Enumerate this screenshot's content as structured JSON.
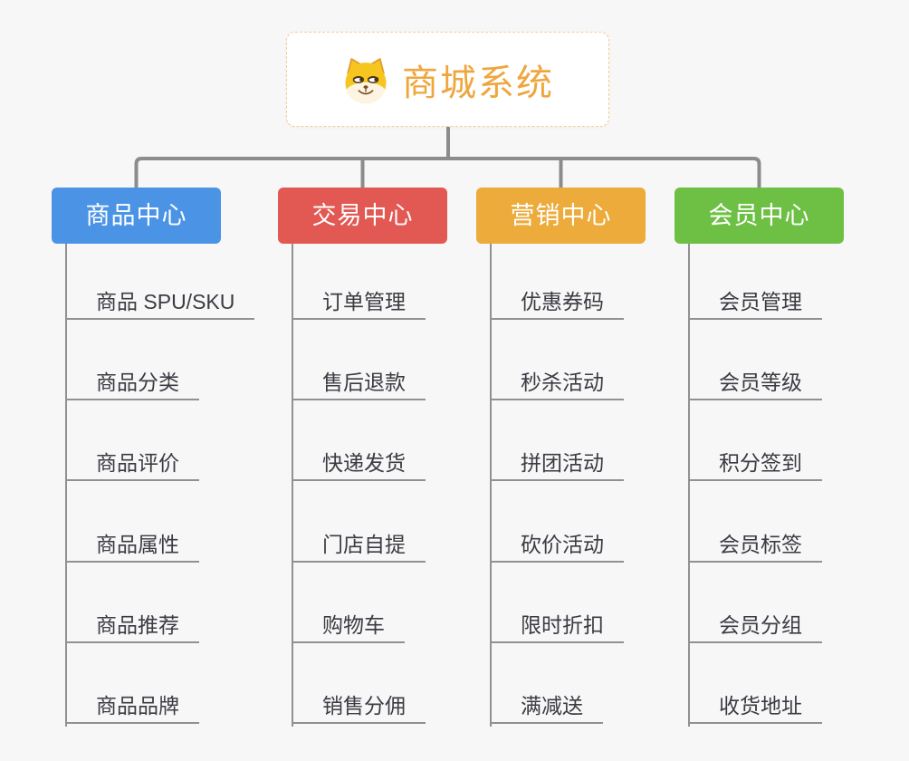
{
  "root": {
    "label": "商城系统",
    "icon": "doge-icon"
  },
  "branches": [
    {
      "id": "product-center",
      "label": "商品中心",
      "color": "#4b94e5",
      "children": [
        "商品 SPU/SKU",
        "商品分类",
        "商品评价",
        "商品属性",
        "商品推荐",
        "商品品牌"
      ]
    },
    {
      "id": "trade-center",
      "label": "交易中心",
      "color": "#e25852",
      "children": [
        "订单管理",
        "售后退款",
        "快递发货",
        "门店自提",
        "购物车",
        "销售分佣"
      ]
    },
    {
      "id": "marketing-center",
      "label": "营销中心",
      "color": "#ecab3b",
      "children": [
        "优惠券码",
        "秒杀活动",
        "拼团活动",
        "砍价活动",
        "限时折扣",
        "满减送"
      ]
    },
    {
      "id": "member-center",
      "label": "会员中心",
      "color": "#6dc044",
      "children": [
        "会员管理",
        "会员等级",
        "积分签到",
        "会员标签",
        "会员分组",
        "收货地址"
      ]
    }
  ],
  "colors": {
    "background": "#f7f7f7",
    "connector": "#8c8c8c",
    "branch_line": "#919191",
    "leaf_text": "#3b3b43",
    "root_text": "#efa63e",
    "root_border": "#f3cd92"
  }
}
